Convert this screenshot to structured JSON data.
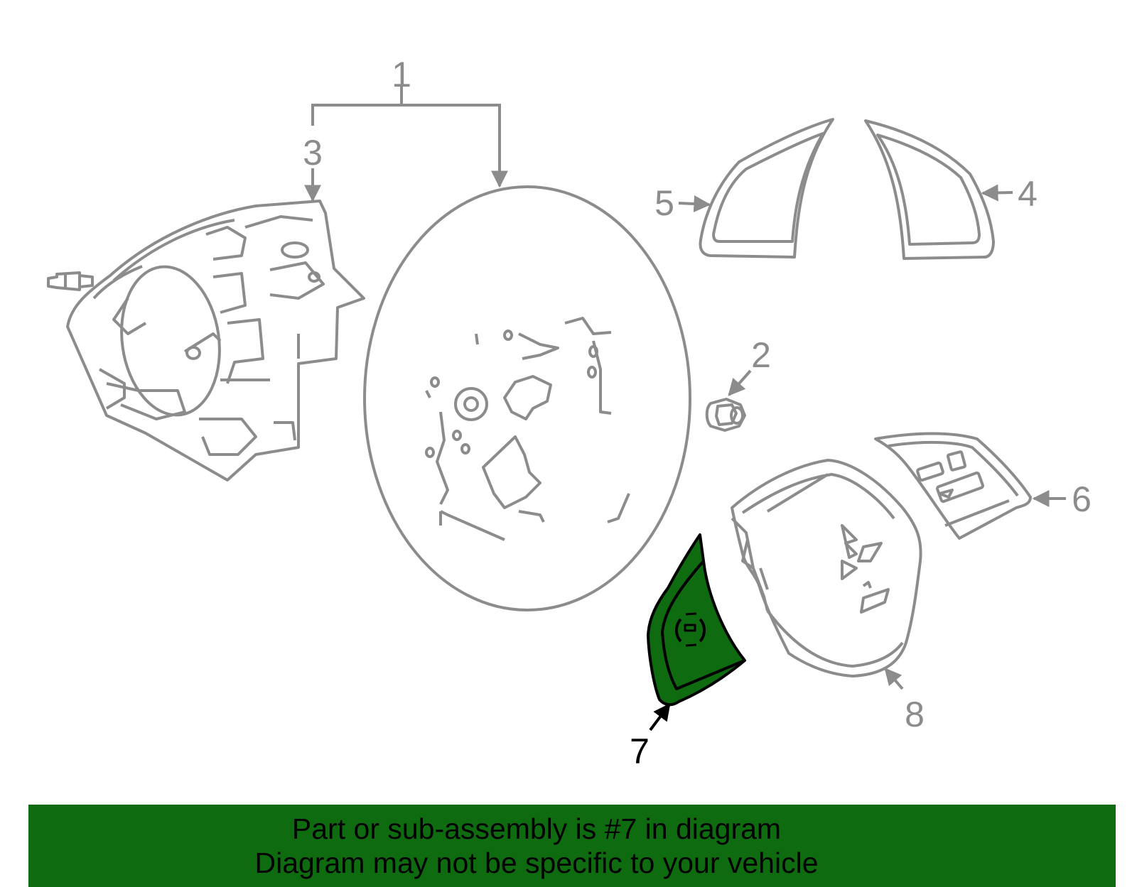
{
  "diagram": {
    "callouts": [
      {
        "id": "1",
        "label": "1"
      },
      {
        "id": "2",
        "label": "2"
      },
      {
        "id": "3",
        "label": "3"
      },
      {
        "id": "4",
        "label": "4"
      },
      {
        "id": "5",
        "label": "5"
      },
      {
        "id": "6",
        "label": "6"
      },
      {
        "id": "7",
        "label": "7"
      },
      {
        "id": "8",
        "label": "8"
      }
    ],
    "highlighted_part": "7"
  },
  "banner": {
    "line1": "Part or sub-assembly is #7 in diagram",
    "line2": "Diagram may not be specific to your vehicle"
  },
  "colors": {
    "outline": "#8c8c8c",
    "highlight_fill": "#0f6b0f",
    "banner_bg": "#0f6b0f",
    "text": "#000000"
  }
}
